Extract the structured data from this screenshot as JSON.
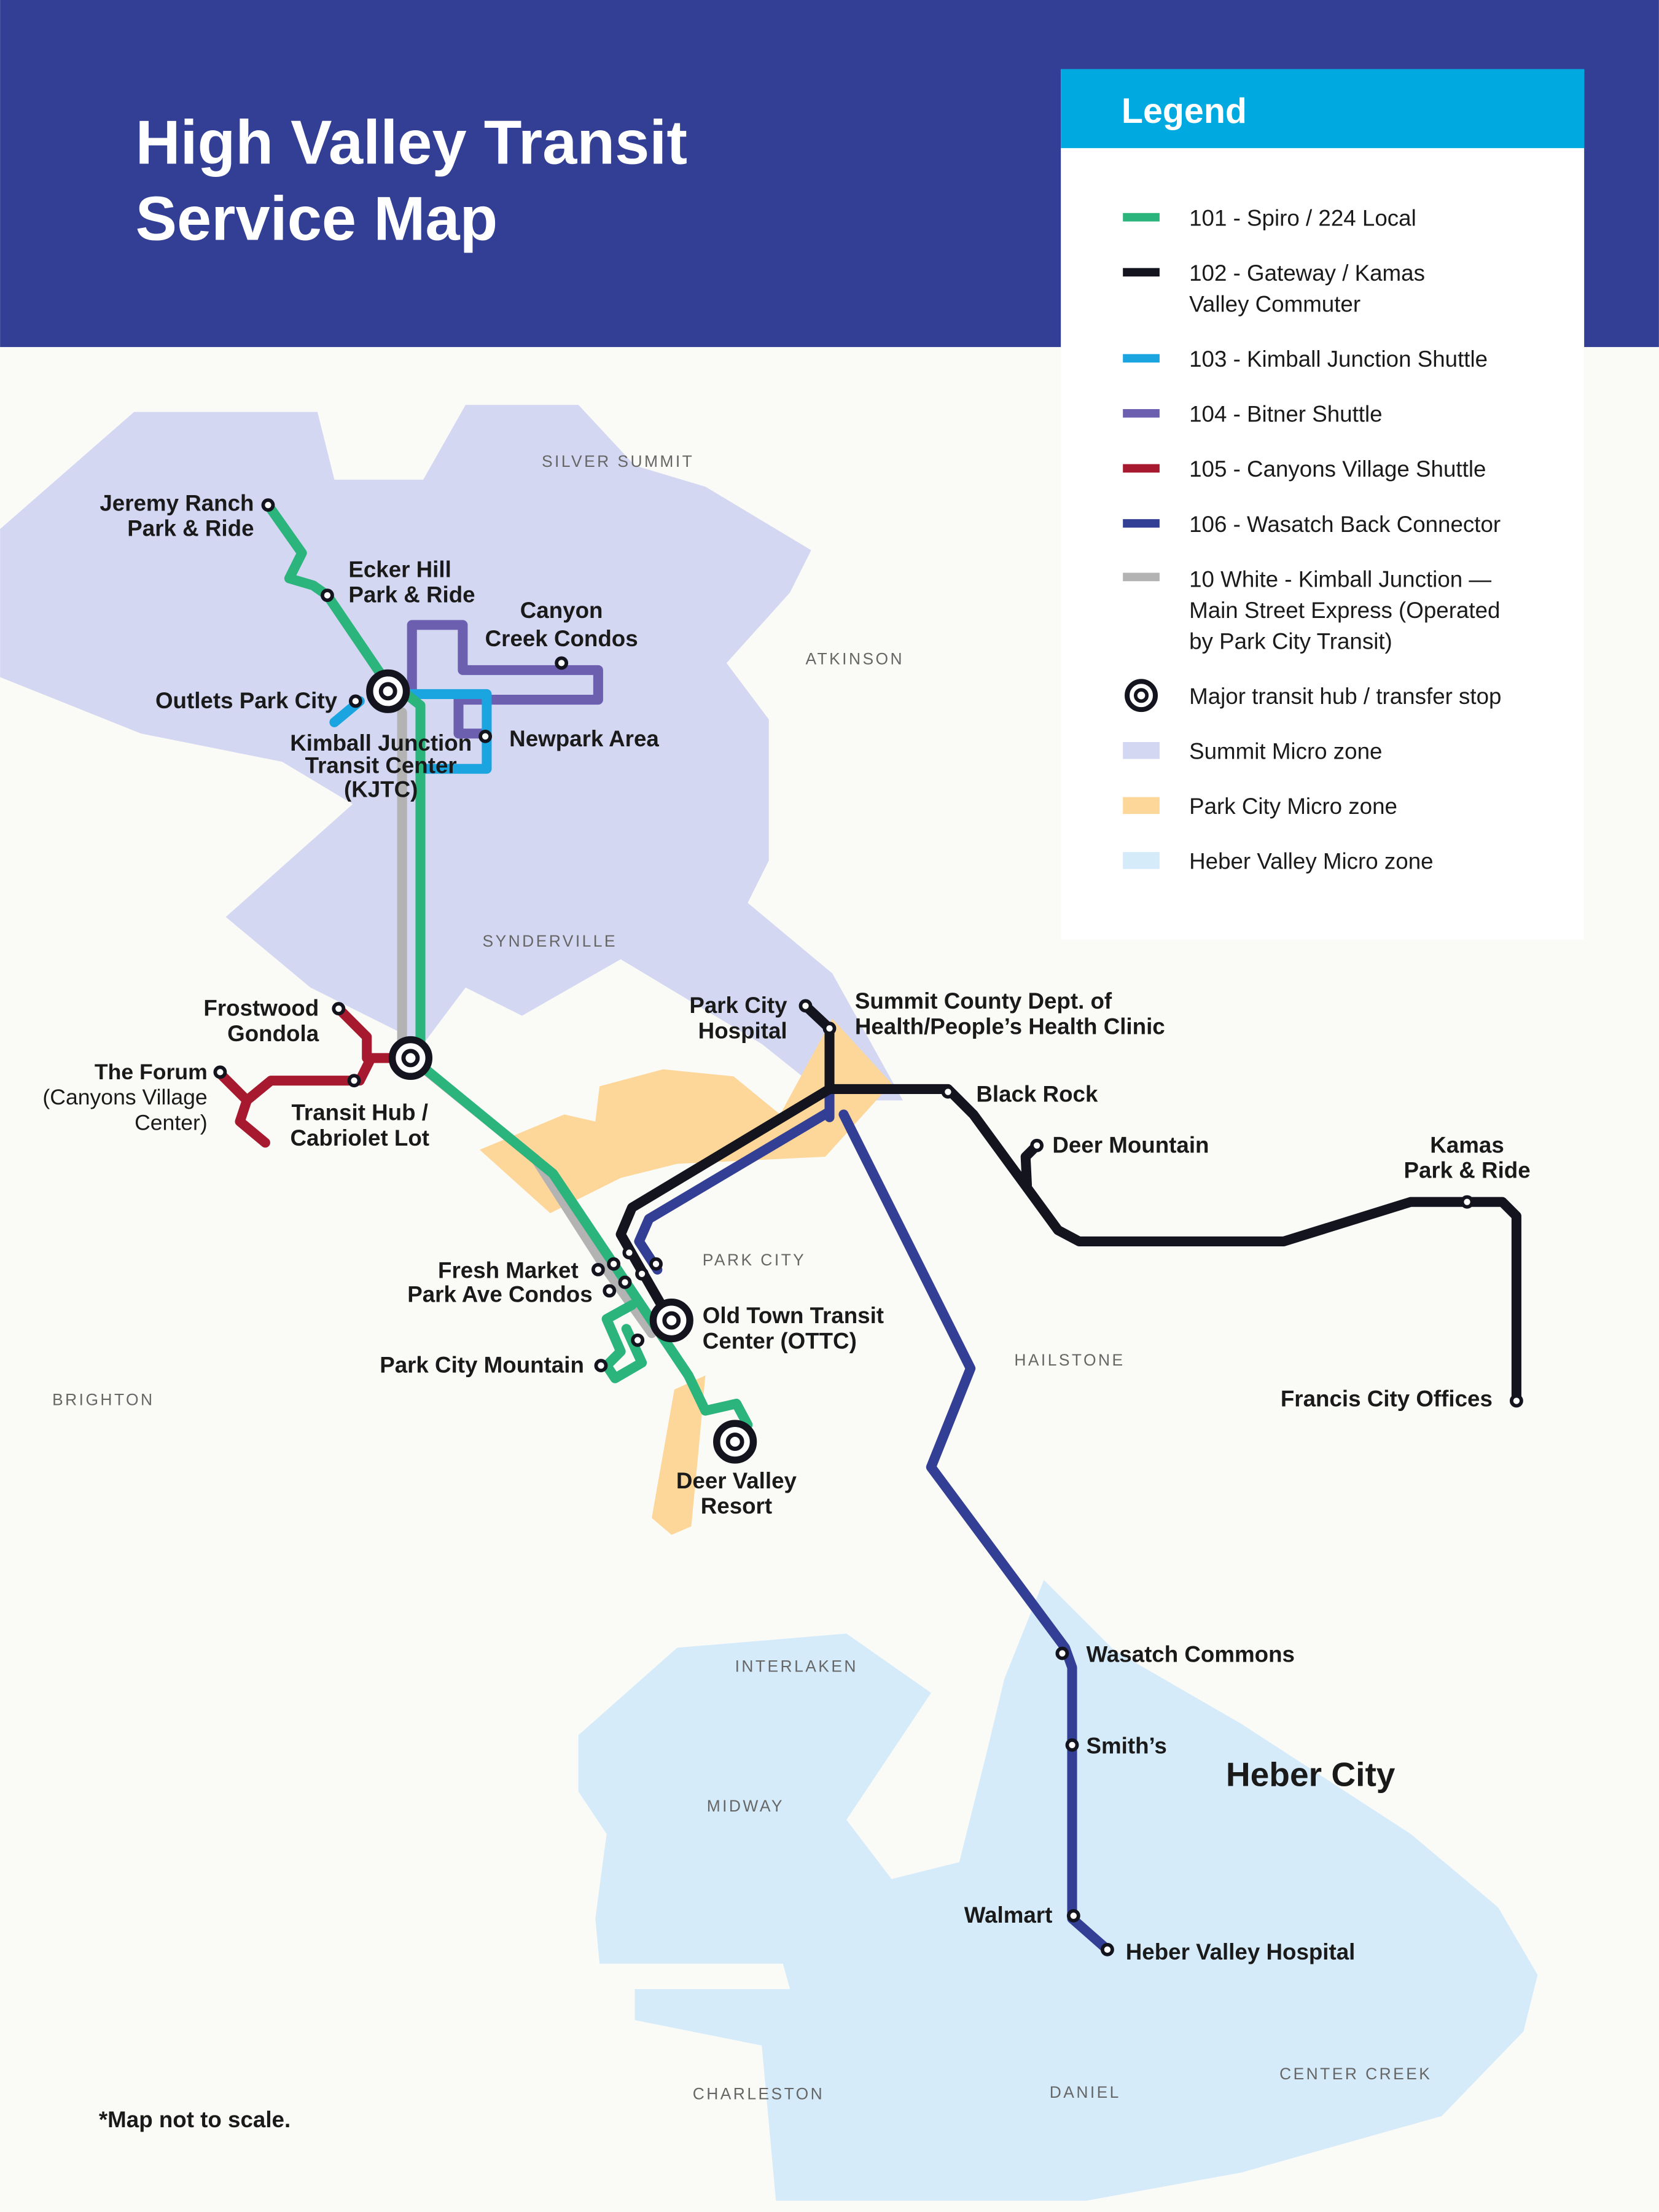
{
  "header": {
    "title_lines": [
      "High Valley Transit",
      "Service Map"
    ]
  },
  "legend": {
    "title": "Legend",
    "items": [
      {
        "color": "#2bb47b",
        "lines": [
          "101 - Spiro / 224 Local"
        ]
      },
      {
        "color": "#14141f",
        "lines": [
          "102 - Gateway / Kamas",
          "Valley Commuter"
        ]
      },
      {
        "color": "#1aa5e0",
        "lines": [
          "103 - Kimball Junction Shuttle"
        ]
      },
      {
        "color": "#6c5fb0",
        "lines": [
          "104 - Bitner Shuttle"
        ]
      },
      {
        "color": "#a6192e",
        "lines": [
          "105 - Canyons Village Shuttle"
        ]
      },
      {
        "color": "#333f94",
        "lines": [
          "106 - Wasatch Back Connector"
        ]
      },
      {
        "color": "#b3b3b3",
        "lines": [
          "10 White - Kimball Junction —",
          "Main Street Express (Operated",
          "by Park City Transit)"
        ]
      },
      {
        "icon": "transfer-hub-icon",
        "lines": [
          "Major transit hub / transfer stop"
        ]
      },
      {
        "color": "#d4d7f2",
        "lines": [
          "Summit Micro zone"
        ]
      },
      {
        "color": "#fdd799",
        "lines": [
          "Park City Micro zone"
        ]
      },
      {
        "color": "#d5ebfa",
        "lines": [
          "Heber Valley Micro zone"
        ]
      }
    ]
  },
  "areas": [
    "SILVER SUMMIT",
    "ATKINSON",
    "SYNDERVILLE",
    "PARK CITY",
    "HAILSTONE",
    "BRIGHTON",
    "INTERLAKEN",
    "MIDWAY",
    "CHARLESTON",
    "DANIEL",
    "CENTER CREEK"
  ],
  "city_label": "Heber City",
  "stations": [
    {
      "lines": [
        "Jeremy Ranch",
        "Park & Ride"
      ]
    },
    {
      "lines": [
        "Ecker Hill",
        "Park & Ride"
      ]
    },
    {
      "lines": [
        "Canyon",
        "Creek Condos"
      ]
    },
    {
      "lines": [
        "Outlets Park City"
      ]
    },
    {
      "lines": [
        "Kimball Junction",
        "Transit Center",
        "(KJTC)"
      ]
    },
    {
      "lines": [
        "Newpark Area"
      ]
    },
    {
      "lines": [
        "Frostwood",
        "Gondola"
      ]
    },
    {
      "lines": [
        "The Forum",
        "(Canyons Village",
        "Center)"
      ]
    },
    {
      "lines": [
        "Transit Hub /",
        "Cabriolet Lot"
      ]
    },
    {
      "lines": [
        "Park City",
        "Hospital"
      ]
    },
    {
      "lines": [
        "Summit County Dept. of",
        "Health/People’s Health Clinic"
      ]
    },
    {
      "lines": [
        "Black Rock"
      ]
    },
    {
      "lines": [
        "Deer Mountain"
      ]
    },
    {
      "lines": [
        "Kamas",
        "Park & Ride"
      ]
    },
    {
      "lines": [
        "Fresh Market",
        "Park Ave Condos"
      ]
    },
    {
      "lines": [
        "Old Town Transit",
        "Center (OTTC)"
      ]
    },
    {
      "lines": [
        "Park City Mountain"
      ]
    },
    {
      "lines": [
        "Francis City Offices"
      ]
    },
    {
      "lines": [
        "Deer Valley",
        "Resort"
      ]
    },
    {
      "lines": [
        "Wasatch Commons"
      ]
    },
    {
      "lines": [
        "Smith’s"
      ]
    },
    {
      "lines": [
        "Walmart"
      ]
    },
    {
      "lines": [
        "Heber Valley Hospital"
      ]
    }
  ],
  "footnote": "*Map not to scale."
}
